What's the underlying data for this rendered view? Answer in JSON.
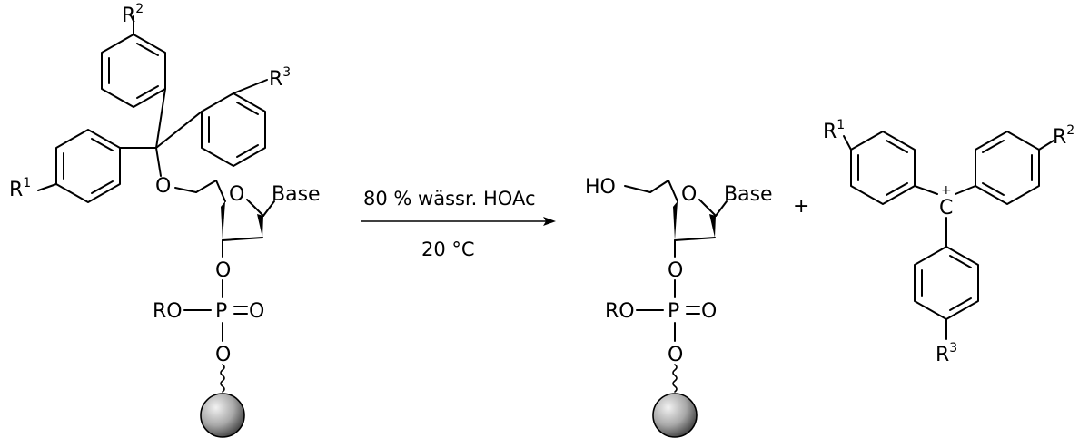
{
  "colors": {
    "ink": "#000000",
    "background": "#ffffff",
    "bead_light": "#f2f2f2",
    "bead_dark": "#3a3a3a"
  },
  "reactant": {
    "r1": "R",
    "r1_sup": "1",
    "r2": "R",
    "r2_sup": "2",
    "r3": "R",
    "r3_sup": "3",
    "ether_oxygen": "O",
    "ring_oxygen": "O",
    "base": "Base",
    "phosphate_o_top": "O",
    "phosphate_ro": "RO",
    "phosphate_p": "P",
    "phosphate_o_double": "O",
    "phosphate_o_bottom": "O",
    "support_icon": "solid-support-bead-icon"
  },
  "reaction": {
    "reagent": "80 % wässr. HOAc",
    "temperature": "20 °C"
  },
  "product_nucleoside": {
    "hydroxyl": "HO",
    "ring_oxygen": "O",
    "base": "Base",
    "phosphate_o_top": "O",
    "phosphate_ro": "RO",
    "phosphate_p": "P",
    "phosphate_o_double": "O",
    "phosphate_o_bottom": "O",
    "support_icon": "solid-support-bead-icon"
  },
  "plus_sign": "+",
  "product_cation": {
    "r1": "R",
    "r1_sup": "1",
    "r2": "R",
    "r2_sup": "2",
    "r3": "R",
    "r3_sup": "3",
    "carbon": "C",
    "charge": "+"
  }
}
